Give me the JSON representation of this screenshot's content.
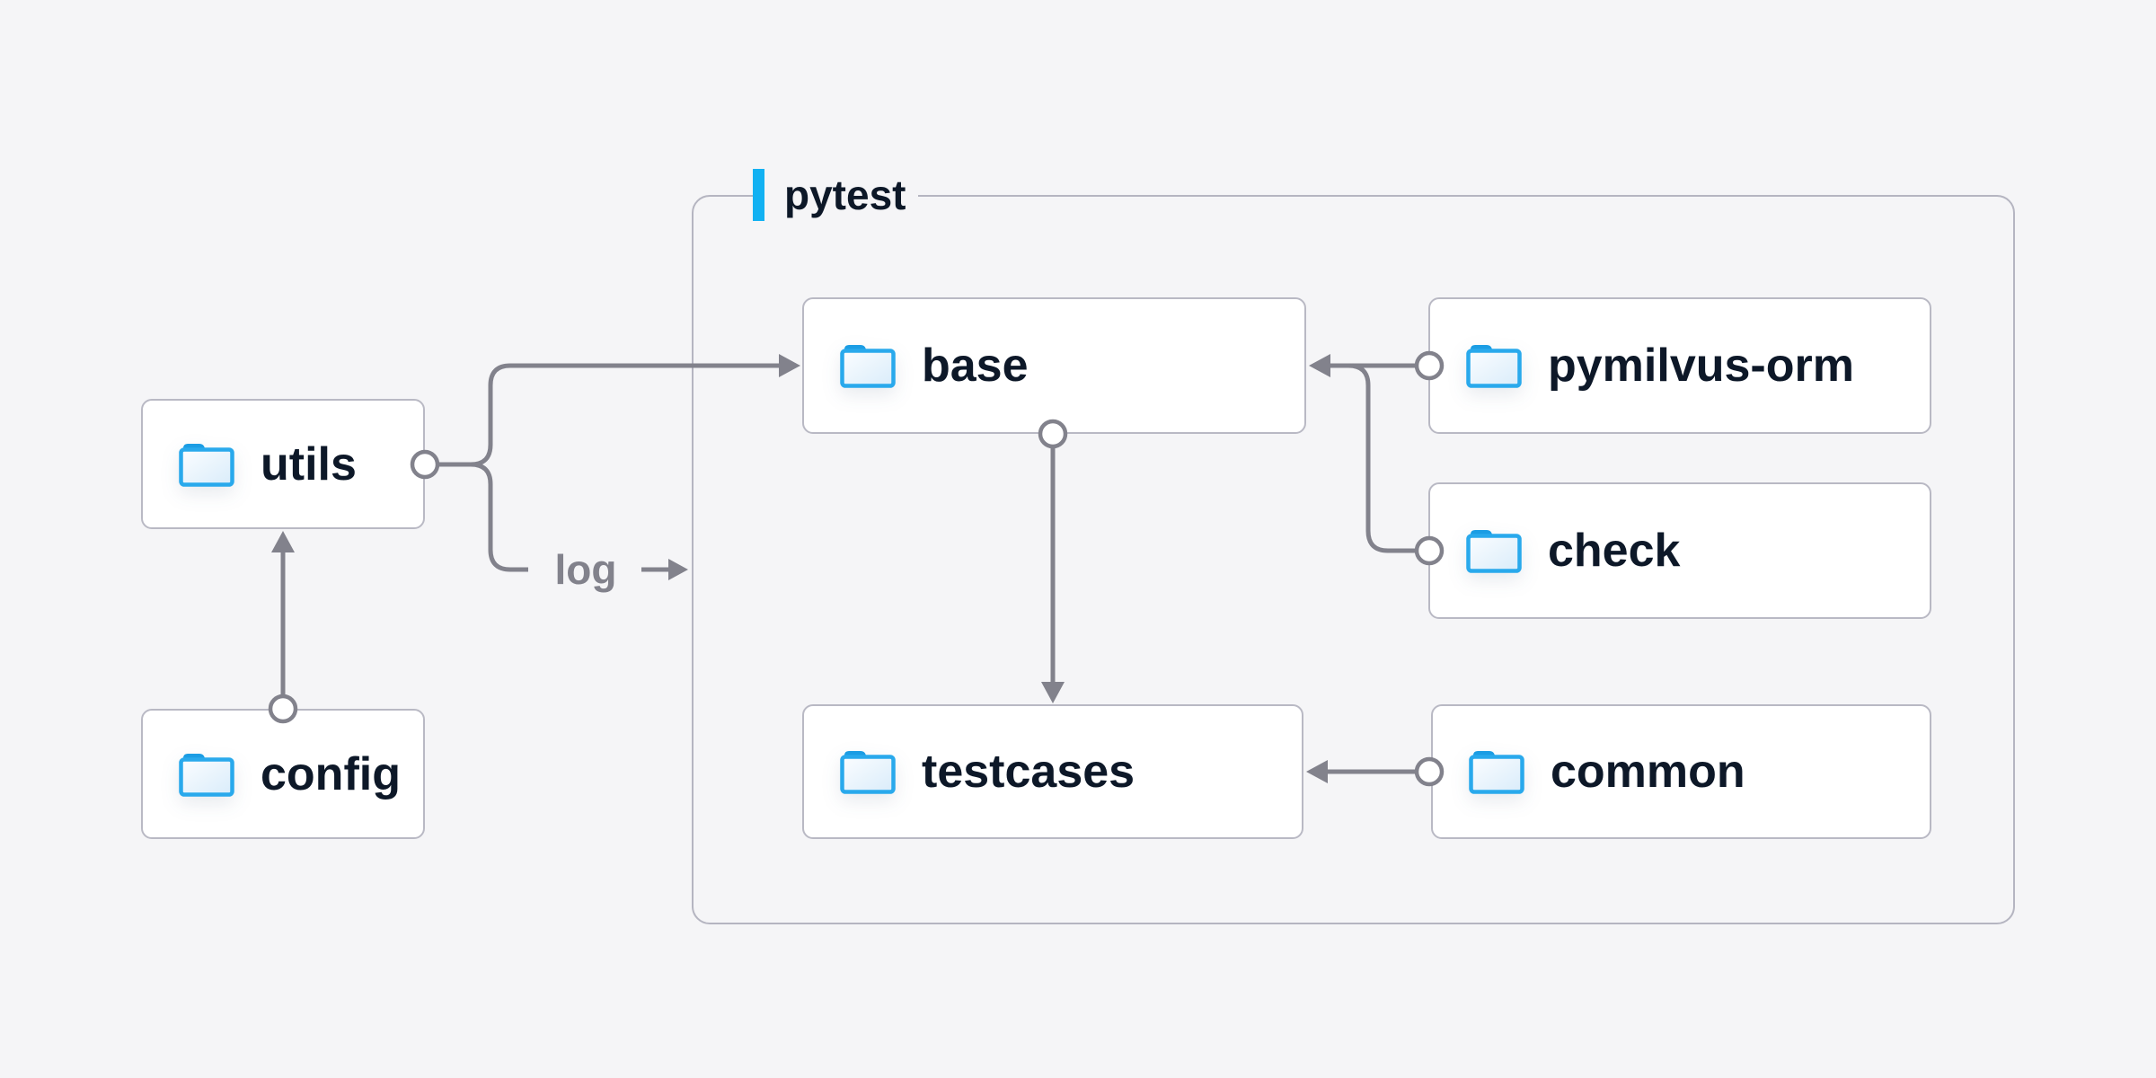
{
  "diagram": {
    "group_title": "pytest",
    "log_label": "log",
    "folders": {
      "utils": "utils",
      "config": "config",
      "base": "base",
      "pymilvus_orm": "pymilvus-orm",
      "check": "check",
      "testcases": "testcases",
      "common": "common"
    },
    "edges": [
      {
        "from": "utils",
        "to": "base",
        "style": "arrow"
      },
      {
        "from": "utils",
        "to": "pytest-group",
        "style": "arrow",
        "label": "log"
      },
      {
        "from": "config",
        "to": "utils",
        "style": "arrow"
      },
      {
        "from": "base",
        "to": "testcases",
        "style": "arrow"
      },
      {
        "from": "pymilvus-orm",
        "to": "base",
        "style": "arrow"
      },
      {
        "from": "check",
        "to": "base",
        "style": "arrow-merge"
      },
      {
        "from": "common",
        "to": "testcases",
        "style": "arrow"
      }
    ],
    "colors": {
      "background": "#f5f5f7",
      "node_fill": "#ffffff",
      "node_border": "#b9b9c4",
      "group_border": "#b5b5c1",
      "connector": "#82828c",
      "text": "#0d1828",
      "accent_bar": "#12b1f2",
      "folder_stroke": "#29a9ec",
      "folder_tab": "#1b9de4"
    }
  }
}
